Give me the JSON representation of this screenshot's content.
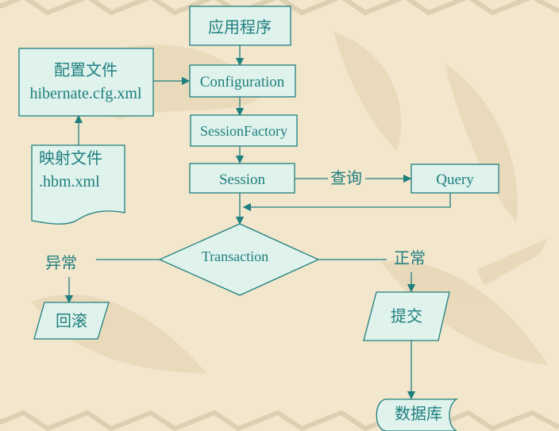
{
  "diagram": {
    "colors": {
      "background": "#f2e6cc",
      "node_fill": "#dff2ec",
      "stroke": "#1f7f7f",
      "text": "#1f7f7f",
      "watermark": "#d8c6a6"
    },
    "nodes": {
      "app": "应用程序",
      "config_title": "配置文件",
      "config_file": "hibernate.cfg.xml",
      "configuration": "Configuration",
      "mapping_title": "映射文件",
      "mapping_file": ".hbm.xml",
      "session_factory": "SessionFactory",
      "session": "Session",
      "query": "Query",
      "transaction": "Transaction",
      "commit": "提交",
      "rollback": "回滚",
      "database": "数据库"
    },
    "edge_labels": {
      "query": "查询",
      "exception": "异常",
      "normal": "正常"
    }
  }
}
